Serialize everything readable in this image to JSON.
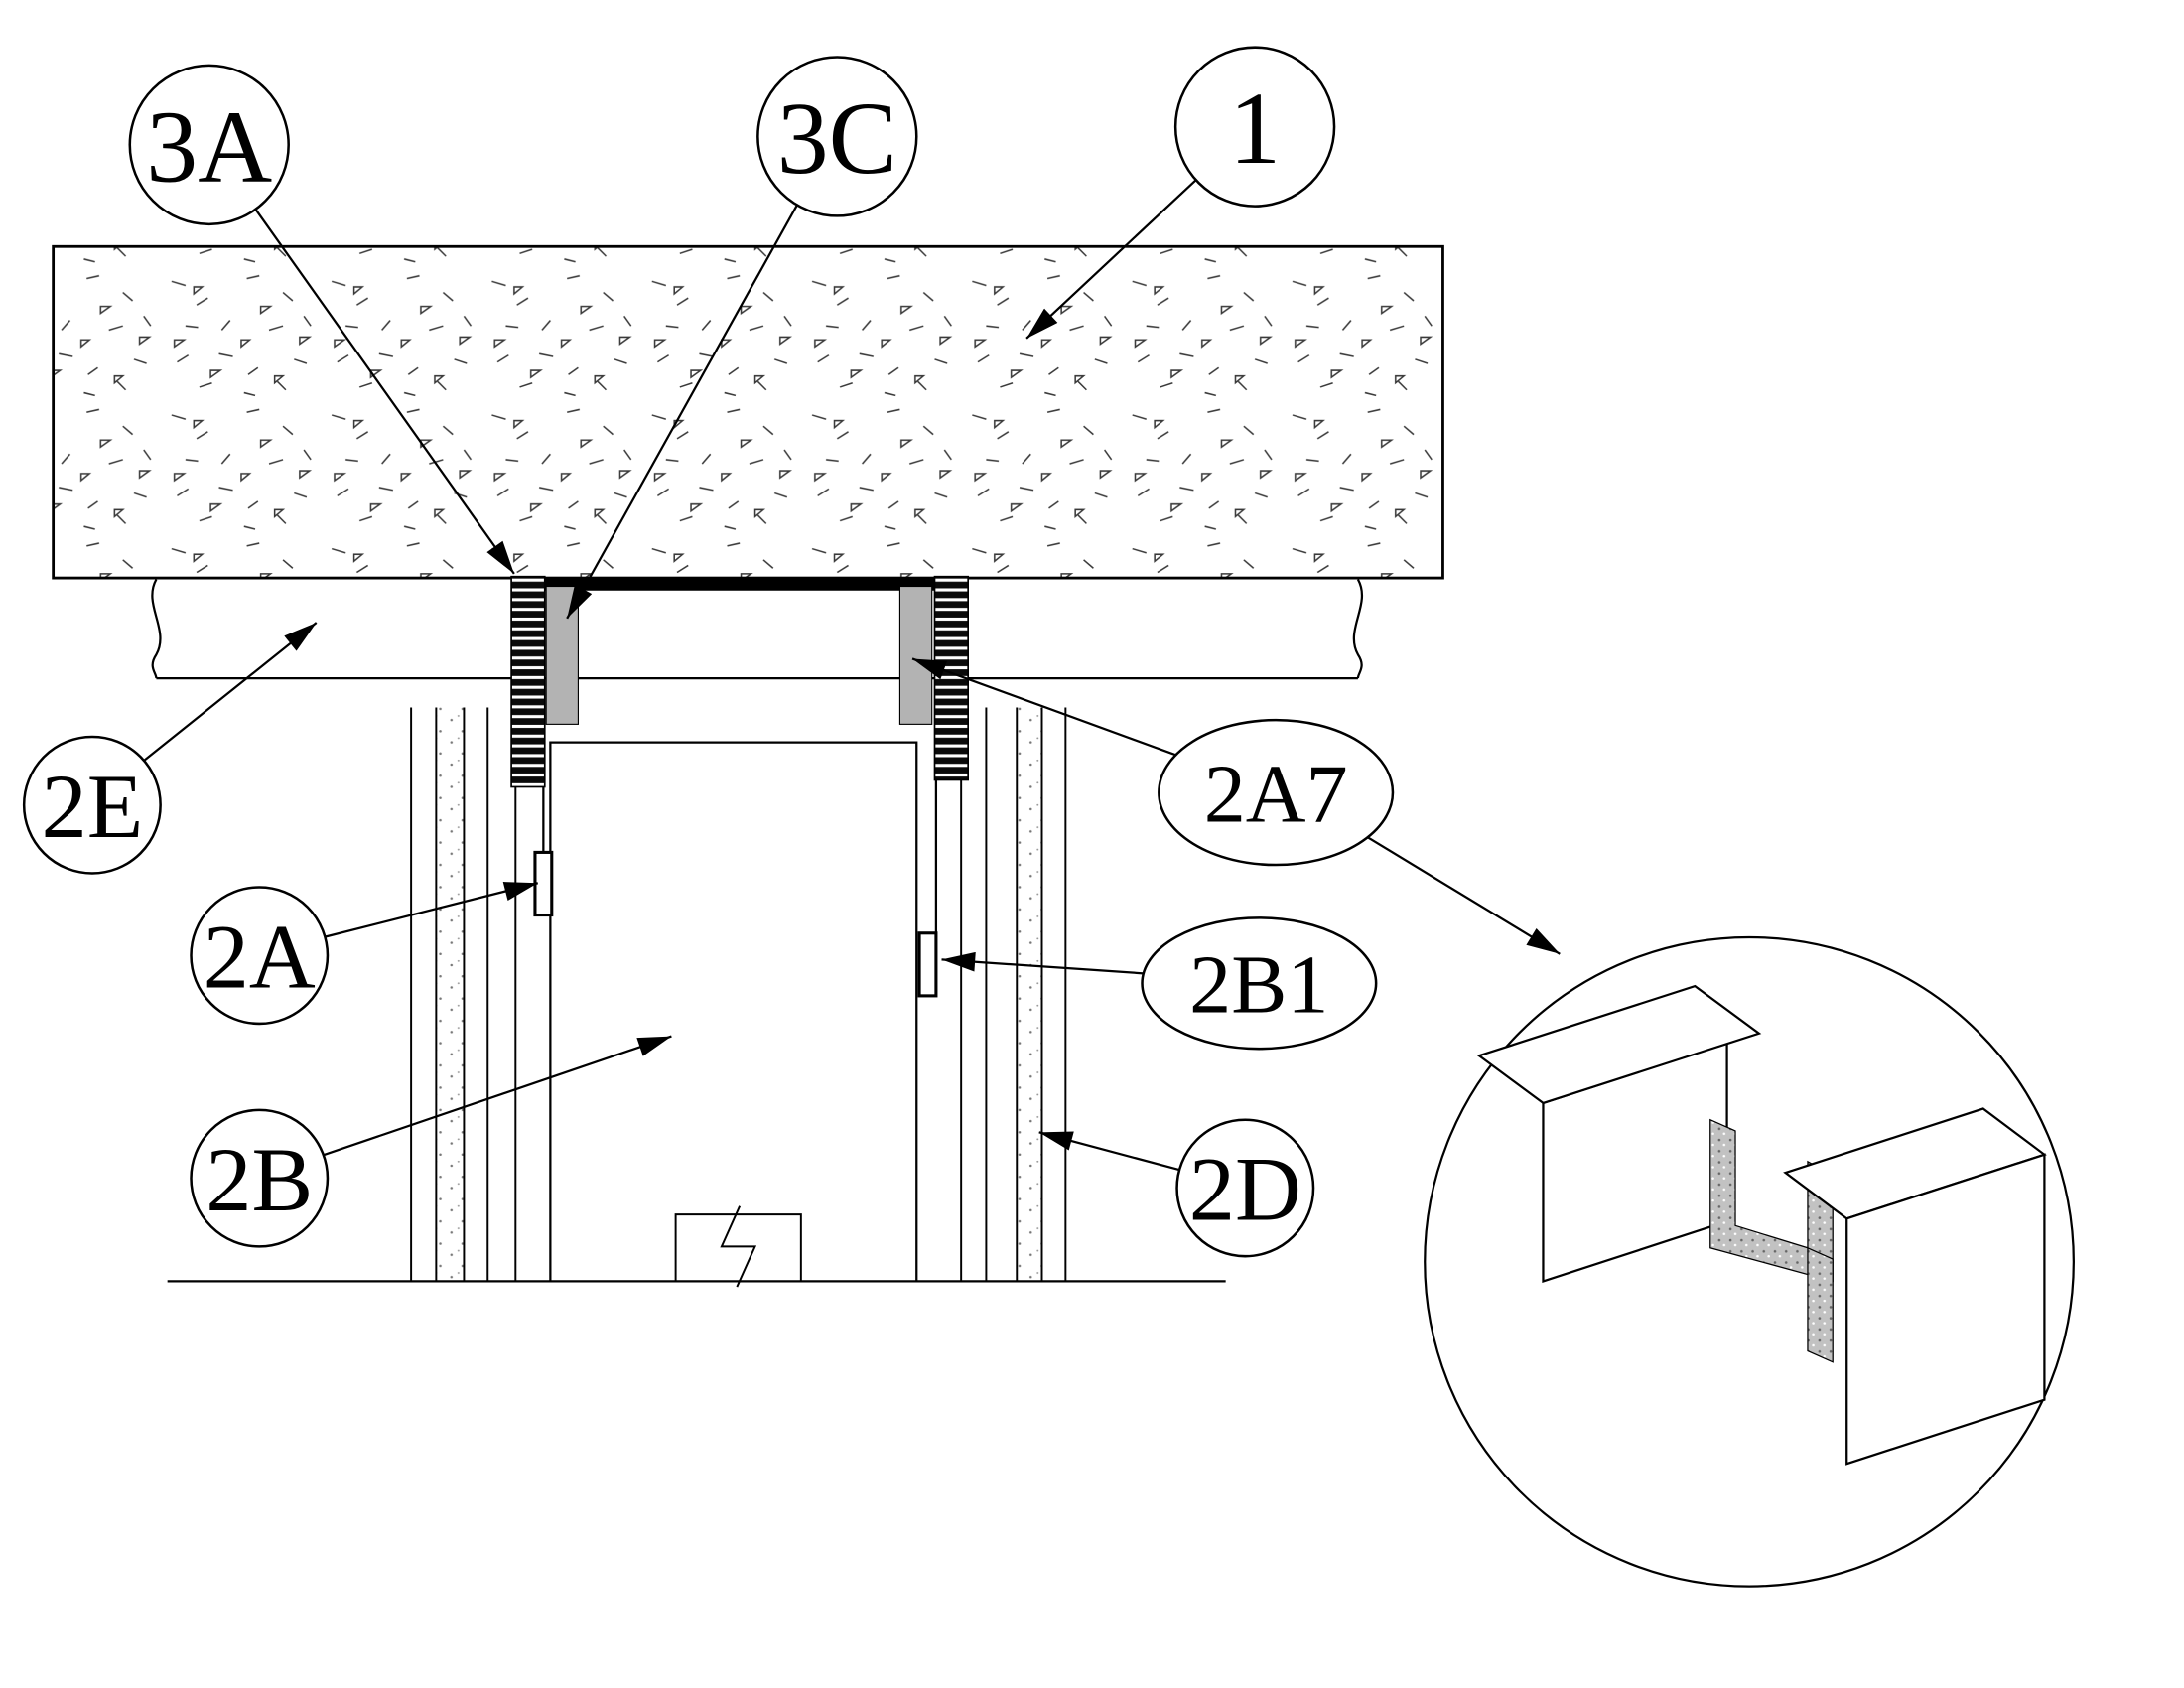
{
  "drawing": {
    "background": "#ffffff",
    "line_color": "#000000",
    "gray_fill": "#b3b3b3",
    "gasket_gray": "#c2c2c2",
    "callouts": [
      {
        "id": "3a",
        "label": "3A"
      },
      {
        "id": "3c",
        "label": "3C"
      },
      {
        "id": "1",
        "label": "1"
      },
      {
        "id": "2e",
        "label": "2E"
      },
      {
        "id": "2a",
        "label": "2A"
      },
      {
        "id": "2a7",
        "label": "2A7"
      },
      {
        "id": "2b1",
        "label": "2B1"
      },
      {
        "id": "2b",
        "label": "2B"
      },
      {
        "id": "2d",
        "label": "2D"
      }
    ]
  }
}
